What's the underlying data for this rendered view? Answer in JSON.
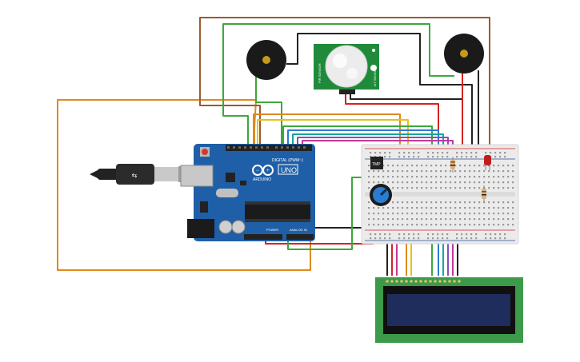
{
  "arduino": {
    "logo_text": "ARDUINO",
    "model": "UNO",
    "digital_header": "DIGITAL (PWM~)",
    "power_header": "POWER",
    "analog_header": "ANALOG IN"
  },
  "pir_sensor": {
    "left_label": "PIR SENSOR",
    "right_label": "IoT SENSOR"
  },
  "chip": {
    "label": "TMP"
  },
  "colors": {
    "board_blue": "#1f5fa8",
    "pcb_green": "#1f8b3a",
    "lcd_screen": "#1e2d5c",
    "wire_orange": "#e08a1e",
    "wire_brown": "#9a5a32",
    "wire_green": "#3ca83c",
    "wire_red": "#d62222",
    "wire_black": "#222222",
    "wire_yellow": "#e5c21b",
    "wire_blue": "#2a7dd1",
    "wire_purple": "#8a4cc7",
    "wire_magenta": "#c0399b",
    "wire_teal": "#1aa39a"
  },
  "icons": [
    "usb-cable-icon",
    "buzzer-icon",
    "potentiometer-icon",
    "resistor-icon",
    "led-icon"
  ]
}
